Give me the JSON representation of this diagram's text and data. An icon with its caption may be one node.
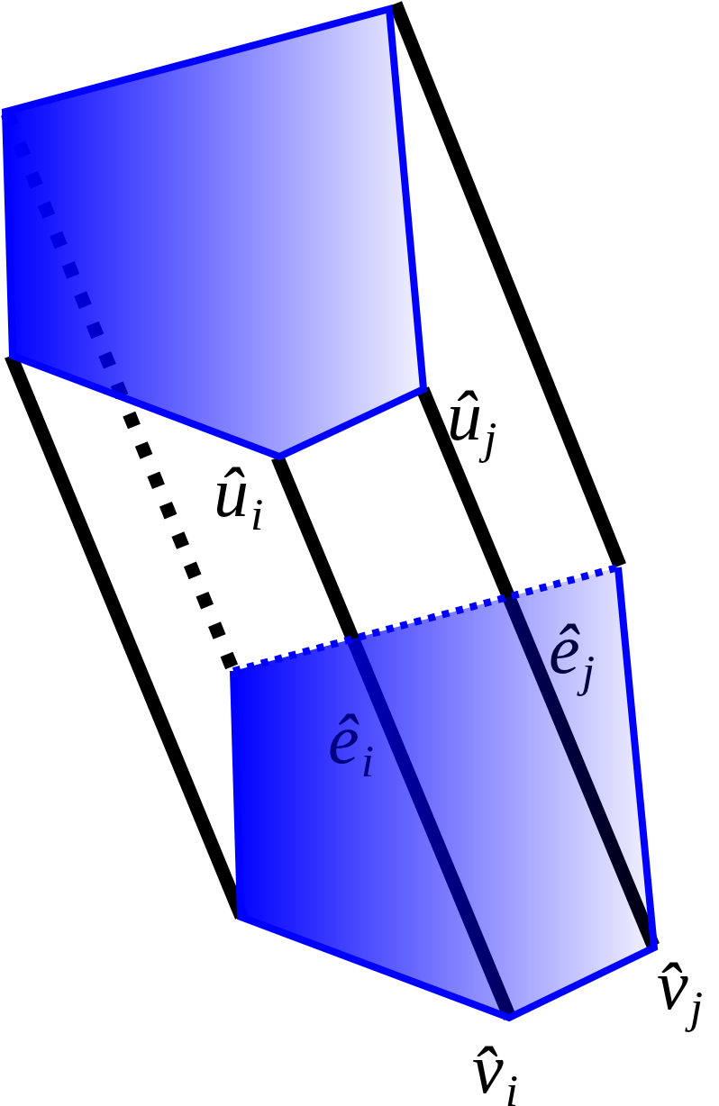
{
  "diagram": {
    "labels": [
      "û$_{j}$",
      "û$_{i}$",
      "ê$_{j}$",
      "ê$_{i}$",
      "v̂$_{j}$",
      "v̂$_{i}$"
    ]
  }
}
